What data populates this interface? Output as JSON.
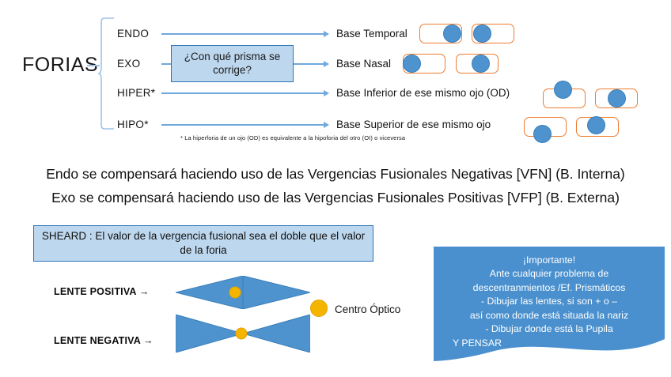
{
  "top_diagram": {
    "title": "FORIAS",
    "branches": [
      {
        "label": "ENDO",
        "base": "Base Temporal"
      },
      {
        "label": "EXO",
        "base": "Base Nasal"
      },
      {
        "label": "HIPER*",
        "base": "Base Inferior de ese mismo ojo (OD)"
      },
      {
        "label": "HIPO*",
        "base": "Base Superior de ese mismo ojo"
      }
    ],
    "prism_question": "¿Con qué prisma se corrige?",
    "footnote": "* La hiperforia de un ojo (OD) es equivalente a la hipoforia del otro (OI) o viceversa"
  },
  "statements": {
    "endo": "Endo se compensará haciendo uso de las Vergencias Fusionales Negativas [VFN] (B. Interna)",
    "exo": "Exo se compensará haciendo uso de las Vergencias Fusionales Positivas [VFP] (B. Externa)"
  },
  "sheard": {
    "text": "SHEARD : El valor de la vergencia fusional sea el doble que el valor de la foria"
  },
  "lenses": {
    "positive_label": "LENTE POSITIVA →",
    "negative_label": "LENTE NEGATIVA →",
    "centro_label": "Centro Óptico"
  },
  "importante": {
    "title": "¡Importante!",
    "lines": [
      "Ante cualquier problema de",
      "descentranmientos /Ef. Prismáticos",
      "-    Dibujar las lentes, si son + o –",
      "así como donde está situada la nariz",
      "-    Dibujar donde está la Pupila"
    ],
    "last_line": "Y PENSAR"
  },
  "colors": {
    "blue_fill": "#4E93CE",
    "light_blue_box": "#BDD7EE",
    "box_border": "#2E75B6",
    "arrow_blue": "#6FA8DC",
    "eye_outline": "#ED7D31",
    "yellow_dot": "#F5B400",
    "plaque_blue": "#4A90CE"
  }
}
